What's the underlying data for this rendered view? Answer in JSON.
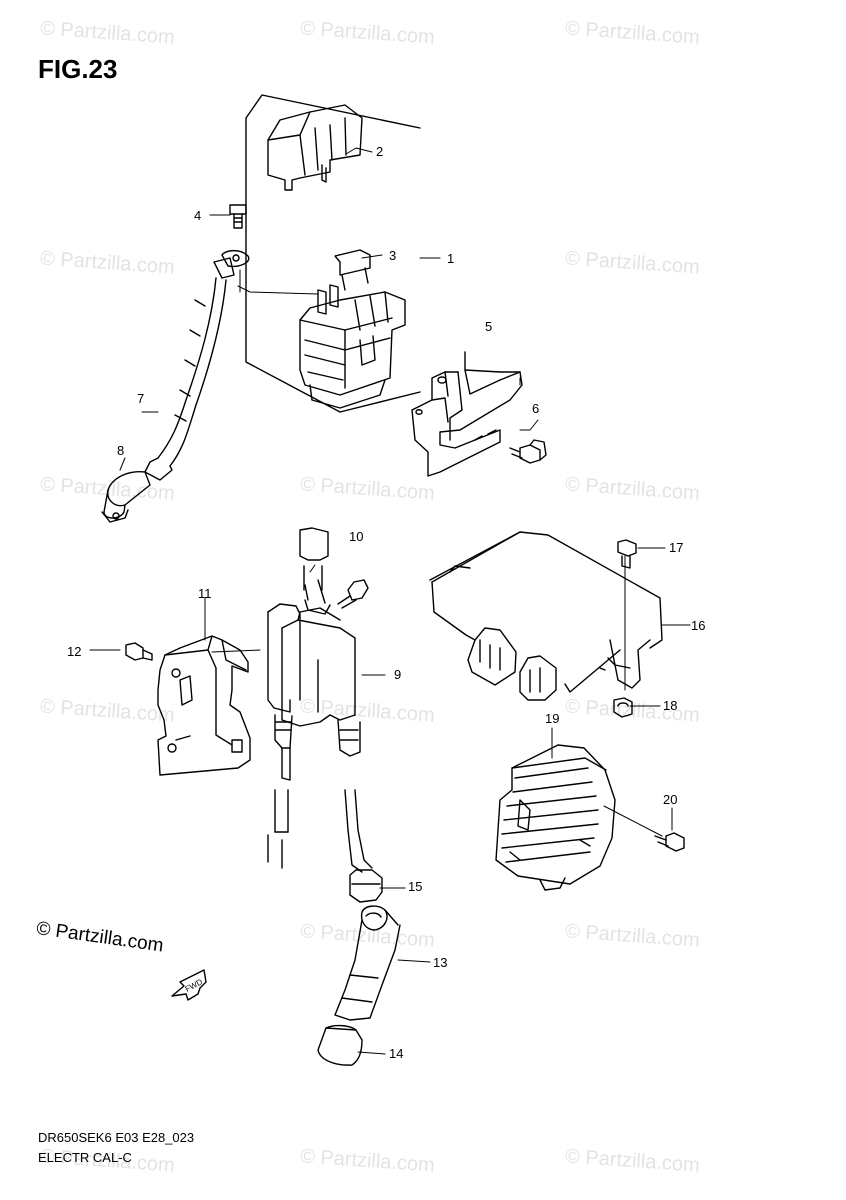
{
  "figure": {
    "title": "FIG.23",
    "model_code": "DR650SEK6 E03 E28_023",
    "section_name": "ELECTR CAL-C"
  },
  "credit_text": "© Partzilla.com",
  "watermark_text": "© Partzilla.com",
  "callouts": [
    "1",
    "2",
    "3",
    "4",
    "5",
    "6",
    "7",
    "8",
    "9",
    "10",
    "11",
    "12",
    "13",
    "14",
    "15",
    "16",
    "17",
    "18",
    "19",
    "20"
  ],
  "fwd_arrow_label": "FWD"
}
